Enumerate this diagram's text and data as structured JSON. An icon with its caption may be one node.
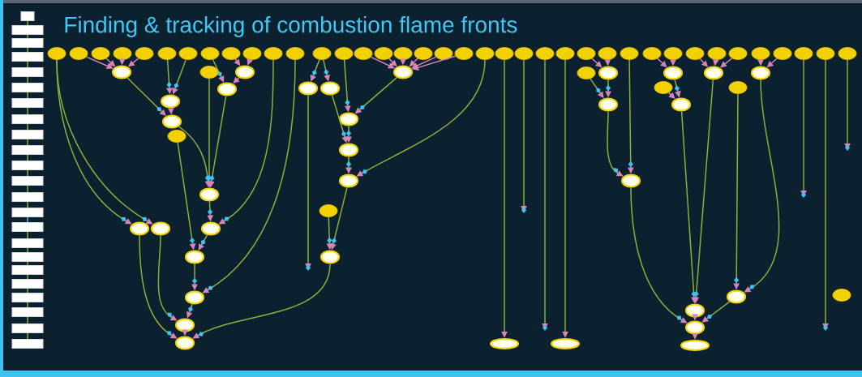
{
  "diagram": {
    "title": "Finding & tracking of combustion flame fronts",
    "nodes": [
      {
        "text": [],
        "shape": "box"
      },
      {
        "text": [],
        "shape": "box"
      },
      {
        "text": [],
        "shape": "box"
      },
      {
        "text": [],
        "shape": "box"
      },
      {
        "text": [],
        "shape": "box"
      },
      {
        "text": [],
        "shape": "box"
      },
      {
        "text": [],
        "shape": "box"
      },
      {
        "text": [],
        "shape": "box"
      },
      {
        "text": [],
        "shape": "box"
      },
      {
        "text": [],
        "shape": "box"
      },
      {
        "text": [],
        "shape": "box"
      },
      {
        "text": [],
        "shape": "box"
      },
      {
        "text": [],
        "shape": "box"
      },
      {
        "text": [],
        "shape": "box"
      },
      {
        "text": [],
        "shape": "box"
      },
      {
        "text": [],
        "shape": "box"
      },
      {
        "text": [],
        "shape": "box"
      },
      {
        "text": [],
        "shape": "box"
      },
      {
        "text": [],
        "shape": "box"
      },
      {
        "text": [],
        "shape": "box"
      },
      {
        "text": [],
        "shape": "box"
      },
      {
        "text": [],
        "shape": "box"
      },
      {
        "text": [],
        "shape": "box"
      },
      {
        "text": [],
        "shape": "circle"
      },
      {
        "text": [],
        "shape": "circle"
      },
      {
        "text": [],
        "shape": "circle"
      },
      {
        "text": [],
        "shape": "circle"
      },
      {
        "text": [],
        "shape": "circle"
      },
      {
        "text": [],
        "shape": "circle"
      },
      {
        "text": [],
        "shape": "circle"
      },
      {
        "text": [],
        "shape": "circle"
      },
      {
        "text": [],
        "shape": "circle"
      },
      {
        "text": [],
        "shape": "circle"
      },
      {
        "text": [],
        "shape": "circle"
      },
      {
        "text": [],
        "shape": "circle"
      },
      {
        "text": [],
        "shape": "circle"
      },
      {
        "text": [],
        "shape": "circle"
      },
      {
        "text": [],
        "shape": "circle"
      },
      {
        "text": [],
        "shape": "circle"
      },
      {
        "text": [],
        "shape": "circle"
      },
      {
        "text": [],
        "shape": "circle"
      },
      {
        "text": [],
        "shape": "circle"
      },
      {
        "text": [],
        "shape": "circle"
      },
      {
        "text": [],
        "shape": "circle"
      },
      {
        "text": [],
        "shape": "circle"
      },
      {
        "text": [],
        "shape": "circle"
      },
      {
        "text": [],
        "shape": "circle"
      },
      {
        "text": [],
        "shape": "circle"
      },
      {
        "text": [],
        "shape": "circle"
      },
      {
        "text": [],
        "shape": "circle"
      },
      {
        "text": [],
        "shape": "circle"
      },
      {
        "text": [],
        "shape": "circle"
      },
      {
        "text": [],
        "shape": "circle"
      },
      {
        "text": [],
        "shape": "circle"
      },
      {
        "text": [],
        "shape": "circle"
      },
      {
        "text": [],
        "shape": "circle"
      },
      {
        "text": [],
        "shape": "circle"
      },
      {
        "text": [],
        "shape": "circle"
      },
      {
        "text": [],
        "shape": "circle"
      },
      {
        "text": [],
        "shape": "circle"
      },
      {
        "text": [],
        "shape": "circle"
      },
      {
        "text": [],
        "shape": "circle"
      },
      {
        "text": [],
        "shape": "circle"
      },
      {
        "text": [],
        "shape": "circle"
      },
      {
        "text": [],
        "shape": "circle"
      },
      {
        "text": [],
        "shape": "circle"
      },
      {
        "text": [],
        "shape": "circle"
      },
      {
        "text": [],
        "shape": "circle"
      },
      {
        "text": [],
        "shape": "circle"
      },
      {
        "text": [],
        "shape": "circle"
      },
      {
        "text": [],
        "shape": "circle"
      },
      {
        "text": [],
        "shape": "circle"
      },
      {
        "text": [],
        "shape": "circle"
      },
      {
        "text": [],
        "shape": "circle"
      },
      {
        "text": [],
        "shape": "circle"
      },
      {
        "text": [],
        "shape": "circle"
      },
      {
        "text": [],
        "shape": "circle"
      },
      {
        "text": [],
        "shape": "circle"
      },
      {
        "text": [],
        "shape": "circle"
      },
      {
        "text": [],
        "shape": "circle"
      },
      {
        "text": [],
        "shape": "circle"
      },
      {
        "text": [],
        "shape": "circle"
      },
      {
        "text": [],
        "shape": "circle"
      },
      {
        "text": [],
        "shape": "circle"
      },
      {
        "text": [],
        "shape": "circle"
      },
      {
        "text": [],
        "shape": "circle"
      },
      {
        "text": [],
        "shape": "circle"
      },
      {
        "text": [],
        "shape": "circle"
      },
      {
        "text": [],
        "shape": "circle"
      },
      {
        "text": [],
        "shape": "circle"
      },
      {
        "text": [],
        "shape": "circle"
      },
      {
        "text": [],
        "shape": "circle"
      },
      {
        "text": [],
        "shape": "circle"
      },
      {
        "text": [],
        "shape": "circle"
      },
      {
        "text": [],
        "shape": "circle"
      },
      {
        "text": [],
        "shape": "circle"
      },
      {
        "text": [],
        "shape": "circle"
      },
      {
        "text": [],
        "shape": "circle"
      },
      {
        "text": [],
        "shape": "ellipse"
      },
      {
        "text": [],
        "shape": "ellipse"
      },
      {
        "text": [],
        "shape": "ellipse"
      }
    ],
    "edges": [
      {
        "from": 0,
        "to": 1,
        "arrow": "none"
      },
      {
        "from": 1,
        "to": 2,
        "arrow": "none"
      },
      {
        "from": 2,
        "to": 3,
        "arrow": "none"
      },
      {
        "from": 3,
        "to": 4,
        "arrow": "none"
      },
      {
        "from": 4,
        "to": 5,
        "arrow": "none"
      },
      {
        "from": 5,
        "to": 6,
        "arrow": "none"
      },
      {
        "from": 6,
        "to": 7,
        "arrow": "none"
      },
      {
        "from": 7,
        "to": 8,
        "arrow": "none"
      },
      {
        "from": 8,
        "to": 9,
        "arrow": "none"
      },
      {
        "from": 9,
        "to": 10,
        "arrow": "none"
      },
      {
        "from": 10,
        "to": 11,
        "arrow": "none"
      },
      {
        "from": 11,
        "to": 12,
        "arrow": "none"
      },
      {
        "from": 12,
        "to": 13,
        "arrow": "none"
      },
      {
        "from": 13,
        "to": 14,
        "arrow": "none",
        "color": "#3fc4f2"
      },
      {
        "from": 14,
        "to": 15,
        "arrow": "none"
      },
      {
        "from": 15,
        "to": 16,
        "arrow": "none"
      },
      {
        "from": 16,
        "to": 17,
        "arrow": "none"
      },
      {
        "from": 17,
        "to": 18,
        "arrow": "none"
      },
      {
        "from": 18,
        "to": 19,
        "arrow": "none"
      },
      {
        "from": 19,
        "to": 20,
        "arrow": "none"
      },
      {
        "from": 20,
        "to": 21,
        "arrow": "none"
      },
      {
        "from": 21,
        "to": 22,
        "arrow": "none"
      },
      {
        "from": 24,
        "to": 68,
        "arrow": "to",
        "color": "#d983bb"
      },
      {
        "from": 25,
        "to": 68,
        "arrow": "to",
        "color": "#d983bb"
      },
      {
        "from": 26,
        "to": 68,
        "arrow": "to",
        "color": "#d983bb"
      },
      {
        "from": 27,
        "to": 68,
        "arrow": "to",
        "color": "#d983bb"
      },
      {
        "from": 28,
        "to": 69,
        "arrow": "to"
      },
      {
        "from": 29,
        "to": 69,
        "arrow": "to"
      },
      {
        "from": 68,
        "to": 70,
        "arrow": "to"
      },
      {
        "from": 69,
        "to": 70,
        "arrow": "to",
        "color": "#d983bb"
      },
      {
        "from": 30,
        "to": 71,
        "arrow": "to"
      },
      {
        "from": 31,
        "to": 72,
        "arrow": "to",
        "color": "#d983bb"
      },
      {
        "from": 32,
        "to": 72,
        "arrow": "to",
        "color": "#d983bb"
      },
      {
        "from": 72,
        "to": 71,
        "arrow": "to",
        "color": "#d983bb"
      },
      {
        "from": 61,
        "to": 73,
        "arrow": "to"
      },
      {
        "from": 70,
        "to": 73,
        "arrow": "to"
      },
      {
        "from": 71,
        "to": 73,
        "arrow": "to"
      },
      {
        "from": 62,
        "to": 75,
        "arrow": "to"
      },
      {
        "from": 33,
        "to": 74,
        "arrow": "to"
      },
      {
        "from": 73,
        "to": 74,
        "arrow": "to"
      },
      {
        "from": 23,
        "to": 76,
        "arrow": "to"
      },
      {
        "from": 23,
        "to": 77,
        "arrow": "to"
      },
      {
        "from": 74,
        "to": 75,
        "arrow": "to"
      },
      {
        "from": 75,
        "to": 78,
        "arrow": "to"
      },
      {
        "from": 34,
        "to": 78,
        "arrow": "to"
      },
      {
        "from": 77,
        "to": 79,
        "arrow": "to"
      },
      {
        "from": 78,
        "to": 79,
        "arrow": "to"
      },
      {
        "from": 76,
        "to": 80,
        "arrow": "to"
      },
      {
        "from": 79,
        "to": 80,
        "arrow": "to",
        "color": "#d983bb"
      },
      {
        "from": 81,
        "to": 80,
        "arrow": "to"
      },
      {
        "from": 35,
        "to": 82,
        "arrow": "to"
      },
      {
        "from": 35,
        "to": 83,
        "arrow": "to"
      },
      {
        "from": 82,
        "to": null,
        "arrow": "to"
      },
      {
        "from": 83,
        "to": 85,
        "arrow": "to"
      },
      {
        "from": 36,
        "to": 84,
        "arrow": "to"
      },
      {
        "from": 37,
        "to": 86,
        "arrow": "to",
        "color": "#d983bb"
      },
      {
        "from": 38,
        "to": 86,
        "arrow": "to",
        "color": "#d983bb"
      },
      {
        "from": 39,
        "to": 86,
        "arrow": "to",
        "color": "#d983bb"
      },
      {
        "from": 40,
        "to": 86,
        "arrow": "to",
        "color": "#d983bb"
      },
      {
        "from": 41,
        "to": 86,
        "arrow": "to",
        "color": "#d983bb"
      },
      {
        "from": 42,
        "to": 86,
        "arrow": "to",
        "color": "#d983bb"
      },
      {
        "from": 86,
        "to": 84,
        "arrow": "to"
      },
      {
        "from": 84,
        "to": 85,
        "arrow": "to"
      },
      {
        "from": 85,
        "to": 87,
        "arrow": "to"
      },
      {
        "from": 43,
        "to": 87,
        "arrow": "to"
      },
      {
        "from": 87,
        "to": 81,
        "arrow": "to"
      },
      {
        "from": 63,
        "to": 81,
        "arrow": "to"
      },
      {
        "from": 44,
        "to": 98,
        "arrow": "to"
      },
      {
        "from": 45,
        "to": null,
        "arrow": "to"
      },
      {
        "from": 46,
        "to": null,
        "arrow": "to"
      },
      {
        "from": 47,
        "to": 99,
        "arrow": "to"
      },
      {
        "from": 48,
        "to": 88,
        "arrow": "to",
        "color": "#d983bb"
      },
      {
        "from": 49,
        "to": 88,
        "arrow": "to",
        "color": "#d983bb"
      },
      {
        "from": 64,
        "to": 89,
        "arrow": "to"
      },
      {
        "from": 88,
        "to": 89,
        "arrow": "to"
      },
      {
        "from": 89,
        "to": 90,
        "arrow": "to"
      },
      {
        "from": 50,
        "to": 90,
        "arrow": "to"
      },
      {
        "from": 51,
        "to": 91,
        "arrow": "to",
        "color": "#d983bb"
      },
      {
        "from": 52,
        "to": 91,
        "arrow": "to",
        "color": "#d983bb"
      },
      {
        "from": 65,
        "to": 92,
        "arrow": "to",
        "color": "#d983bb"
      },
      {
        "from": 91,
        "to": 92,
        "arrow": "to"
      },
      {
        "from": 53,
        "to": 93,
        "arrow": "to",
        "color": "#d983bb"
      },
      {
        "from": 54,
        "to": 93,
        "arrow": "to",
        "color": "#d983bb"
      },
      {
        "from": 55,
        "to": 93,
        "arrow": "to",
        "color": "#d983bb"
      },
      {
        "from": 56,
        "to": 94,
        "arrow": "to",
        "color": "#d983bb"
      },
      {
        "from": 57,
        "to": 94,
        "arrow": "to",
        "color": "#d983bb"
      },
      {
        "from": 66,
        "to": 95,
        "arrow": "to"
      },
      {
        "from": 94,
        "to": 95,
        "arrow": "to"
      },
      {
        "from": 92,
        "to": 96,
        "arrow": "to"
      },
      {
        "from": 93,
        "to": 96,
        "arrow": "to"
      },
      {
        "from": 90,
        "to": 97,
        "arrow": "to"
      },
      {
        "from": 96,
        "to": 97,
        "arrow": "to",
        "color": "#d983bb"
      },
      {
        "from": 95,
        "to": 97,
        "arrow": "to"
      },
      {
        "from": 97,
        "to": 100,
        "arrow": "to"
      },
      {
        "from": 58,
        "to": null,
        "arrow": "to"
      },
      {
        "from": 59,
        "to": null,
        "arrow": "to"
      },
      {
        "from": 60,
        "to": null,
        "arrow": "to"
      }
    ]
  }
}
